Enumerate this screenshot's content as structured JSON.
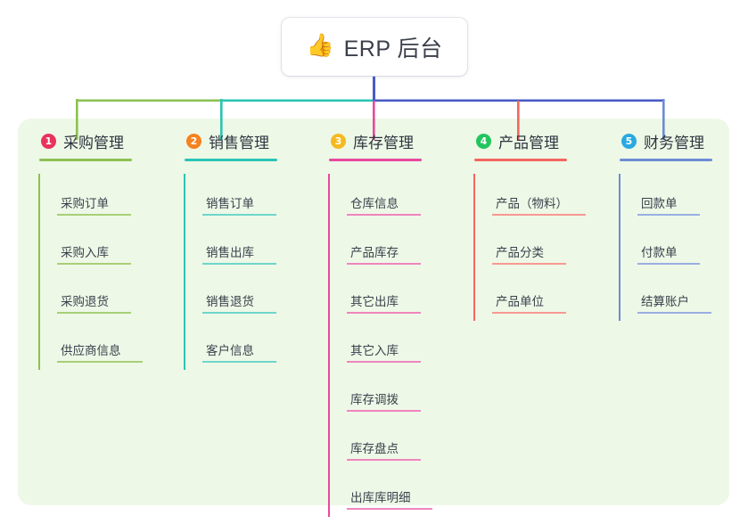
{
  "root": {
    "icon": "thumbs-up-icon",
    "icon_glyph": "👍",
    "title": "ERP 后台"
  },
  "panel": {
    "background_color": "#eef8e7"
  },
  "columns": [
    {
      "number": "1",
      "title": "采购管理",
      "badge_color": "#e8335c",
      "line_color": "#8cc152",
      "items": [
        "采购订单",
        "采购入库",
        "采购退货",
        "供应商信息"
      ]
    },
    {
      "number": "2",
      "title": "销售管理",
      "badge_color": "#f5821f",
      "line_color": "#2bc4b4",
      "items": [
        "销售订单",
        "销售出库",
        "销售退货",
        "客户信息"
      ]
    },
    {
      "number": "3",
      "title": "库存管理",
      "badge_color": "#f5b921",
      "line_color": "#e8499e",
      "items": [
        "仓库信息",
        "产品库存",
        "其它出库",
        "其它入库",
        "库存调拨",
        "库存盘点",
        "出库库明细"
      ]
    },
    {
      "number": "4",
      "title": "产品管理",
      "badge_color": "#22c55e",
      "line_color": "#f4675f",
      "items": [
        "产品（物料）",
        "产品分类",
        "产品单位"
      ]
    },
    {
      "number": "5",
      "title": "财务管理",
      "badge_color": "#29a9e1",
      "line_color": "#6c8cd5",
      "items": [
        "回款单",
        "付款单",
        "结算账户"
      ]
    }
  ],
  "connectors": {
    "stem_color": "#4a5bc4",
    "bus_left_color": "#2bc4b4",
    "bus_right_color": "#4a5bc4",
    "bus_far_left_color": "#8cc152"
  }
}
